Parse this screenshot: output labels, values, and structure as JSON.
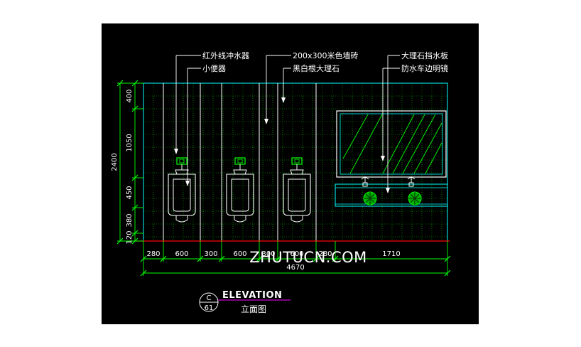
{
  "labels": {
    "infrared_flusher": "红外线冲水器",
    "urinal": "小便器",
    "wall_tile": "200x300米色墙砖",
    "marble_strip": "黑白根大理石",
    "marble_splash": "大理石挡水板",
    "mirror": "防水车边明镜"
  },
  "dims_vertical": {
    "total": "2400",
    "d400": "400",
    "d1050": "1050",
    "d450": "450",
    "d380": "380",
    "d120": "120"
  },
  "dims_horizontal": {
    "d280a": "280",
    "d600a": "600",
    "d300a": "300",
    "d600b": "600",
    "d300b": "300",
    "d600c": "600",
    "d280b": "280",
    "d1710": "1710",
    "total": "4670"
  },
  "watermark": "ZHUTUCN.COM",
  "title_block": {
    "ref_top": "C",
    "ref_bottom": "61",
    "title": "ELEVATION",
    "subtitle": "立面图"
  },
  "colors": {
    "background": "#000000",
    "green": "#00ff00",
    "cyan": "#00ffff",
    "white": "#ffffff",
    "red": "#ff0000",
    "magenta": "#ff00ff",
    "yellow": "#ffff00"
  }
}
